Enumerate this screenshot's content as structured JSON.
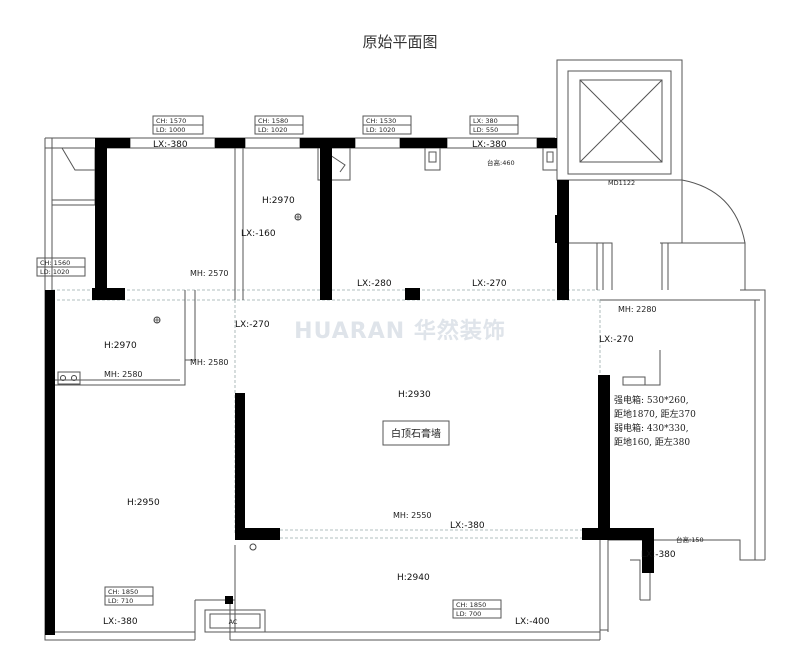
{
  "title": "原始平面图",
  "watermark": "HUARAN 华然装饰",
  "elevator_label": "MD1122",
  "ac_label": "AC",
  "ceiling_heights": {
    "h1": "H:2970",
    "h2": "H:2970",
    "h3": "H:2930",
    "h4": "H:2950",
    "h5": "H:2940"
  },
  "beam_heights": {
    "mh1": "MH: 2570",
    "mh2": "MH: 2580",
    "mh3": "MH: 2580",
    "mh4": "MH: 2280",
    "mh5": "MH: 2550"
  },
  "floor_levels": {
    "lx1": "LX:-380",
    "lx2": "LX:-380",
    "lx3": "LX:-160",
    "lx4": "LX:-280",
    "lx5": "LX:-270",
    "lx6": "LX:-270",
    "lx7": "LX:-270",
    "lx8": "LX:-380",
    "lx9": "LX:-380",
    "lx10": "LX:-380",
    "lx11": "LX:-400"
  },
  "windows": {
    "w1": {
      "ch": "CH: 1570",
      "ld": "LD: 1000"
    },
    "w2": {
      "ch": "CH: 1580",
      "ld": "LD: 1020"
    },
    "w3": {
      "ch": "CH: 1530",
      "ld": "LD: 1020"
    },
    "w4": {
      "lx": "LX: 380",
      "ld": "LD: 550"
    },
    "w5": {
      "ch": "CH: 1560",
      "ld": "LD: 1020"
    },
    "w6": {
      "ch": "CH: 1850",
      "ld": "LD: 710"
    },
    "w7": {
      "ch": "CH: 1850",
      "ld": "LD: 700"
    }
  },
  "sill_labels": {
    "s1": "台高:460",
    "s2": "台高:150"
  },
  "ceiling_tag": "白顶石膏墙",
  "electrical_note": [
    "强电箱: 530*260,",
    "距地1870, 距左370",
    "弱电箱: 430*330,",
    "距地160, 距左380"
  ]
}
